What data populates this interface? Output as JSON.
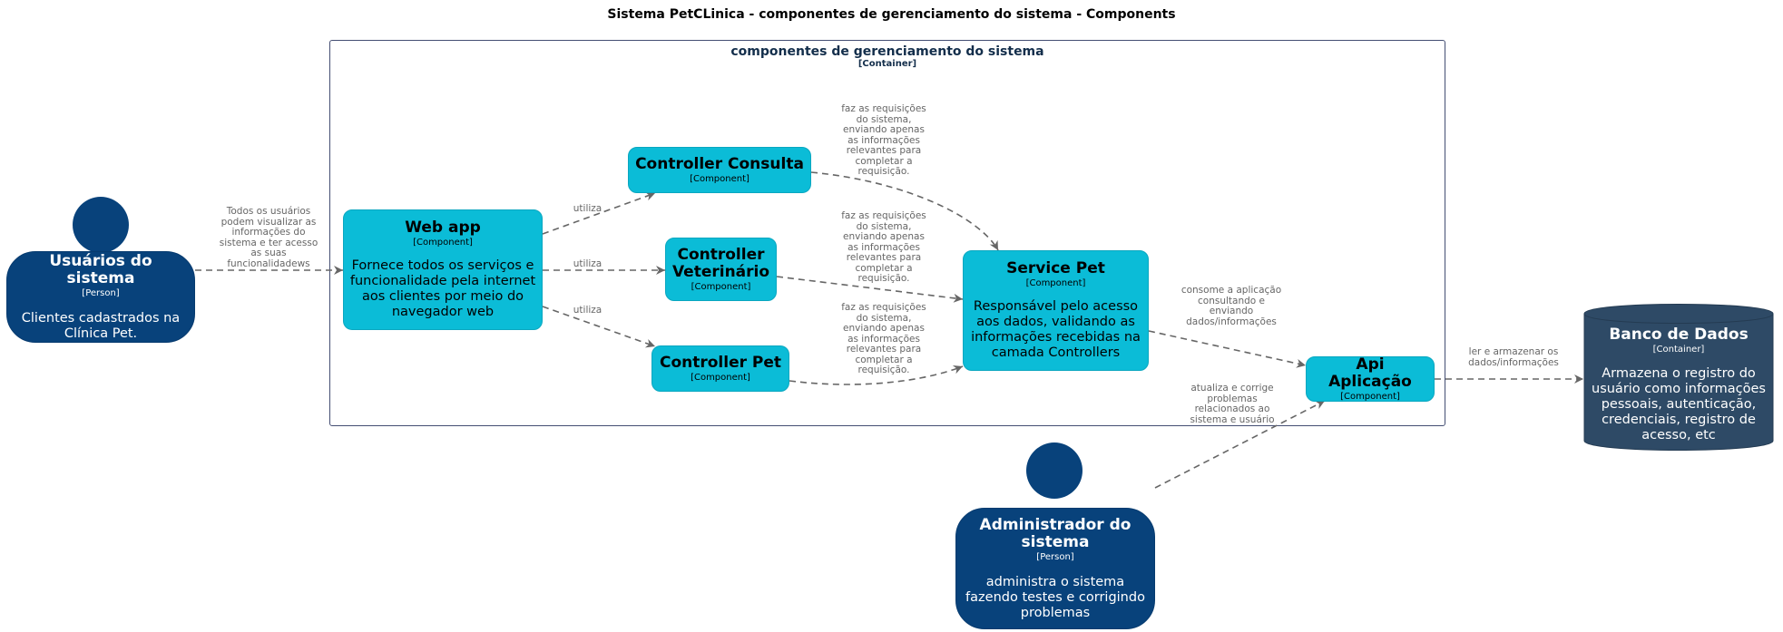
{
  "title": "Sistema PetCLinica - componentes de gerenciamento do sistema - Components",
  "boundary": {
    "name": "componentes de gerenciamento do sistema",
    "type": "[Container]"
  },
  "components": {
    "web_app": {
      "name": "Web app",
      "stereotype": "[Component]",
      "desc": "Fornece todos os serviços e funcionalidade pela internet aos clientes por meio do navegador web"
    },
    "controller_consulta": {
      "name": "Controller Consulta",
      "stereotype": "[Component]"
    },
    "controller_veterinario": {
      "name": "Controller Veterinário",
      "stereotype": "[Component]"
    },
    "controller_pet": {
      "name": "Controller Pet",
      "stereotype": "[Component]"
    },
    "service_pet": {
      "name": "Service Pet",
      "stereotype": "[Component]",
      "desc": "Responsável pelo acesso aos dados, validando as informações recebidas na camada Controllers"
    },
    "api_aplicacao": {
      "name": "Api Aplicação",
      "stereotype": "[Component]"
    }
  },
  "persons": {
    "usuarios": {
      "name": "Usuários do sistema",
      "stereotype": "[Person]",
      "desc": "Clientes cadastrados na Clínica Pet."
    },
    "admin": {
      "name": "Administrador do sistema",
      "stereotype": "[Person]",
      "desc": "administra o sistema fazendo testes e corrigindo problemas"
    }
  },
  "database": {
    "name": "Banco de Dados",
    "stereotype": "[Container]",
    "desc": "Armazena o registro do usuário como informações pessoais, autenticação, credenciais, registro de acesso, etc"
  },
  "relations": {
    "usuarios_web": "Todos os usuários podem visualizar as informações do sistema e ter acesso as suas funcionalidadews",
    "web_consulta": "utiliza",
    "web_veterinario": "utiliza",
    "web_pet": "utiliza",
    "consulta_service": "faz as requisições do sistema, enviando apenas as informações relevantes para completar a requisição.",
    "veterinario_service": "faz as requisições do sistema, enviando apenas as informações relevantes para completar a requisição.",
    "pet_service": "faz as requisições do sistema, enviando apenas as informações relevantes para completar a requisição.",
    "service_api": "consome a aplicação consultando e enviando dados/informações",
    "admin_api": "atualiza e corrige problemas relacionados ao sistema e usuário",
    "api_db": "ler e armazenar os dados/informações"
  },
  "colors": {
    "component": "#0bbcd7",
    "person": "#08427b",
    "database": "#2e4a66",
    "edge": "#666666",
    "boundary": "#444e73"
  }
}
